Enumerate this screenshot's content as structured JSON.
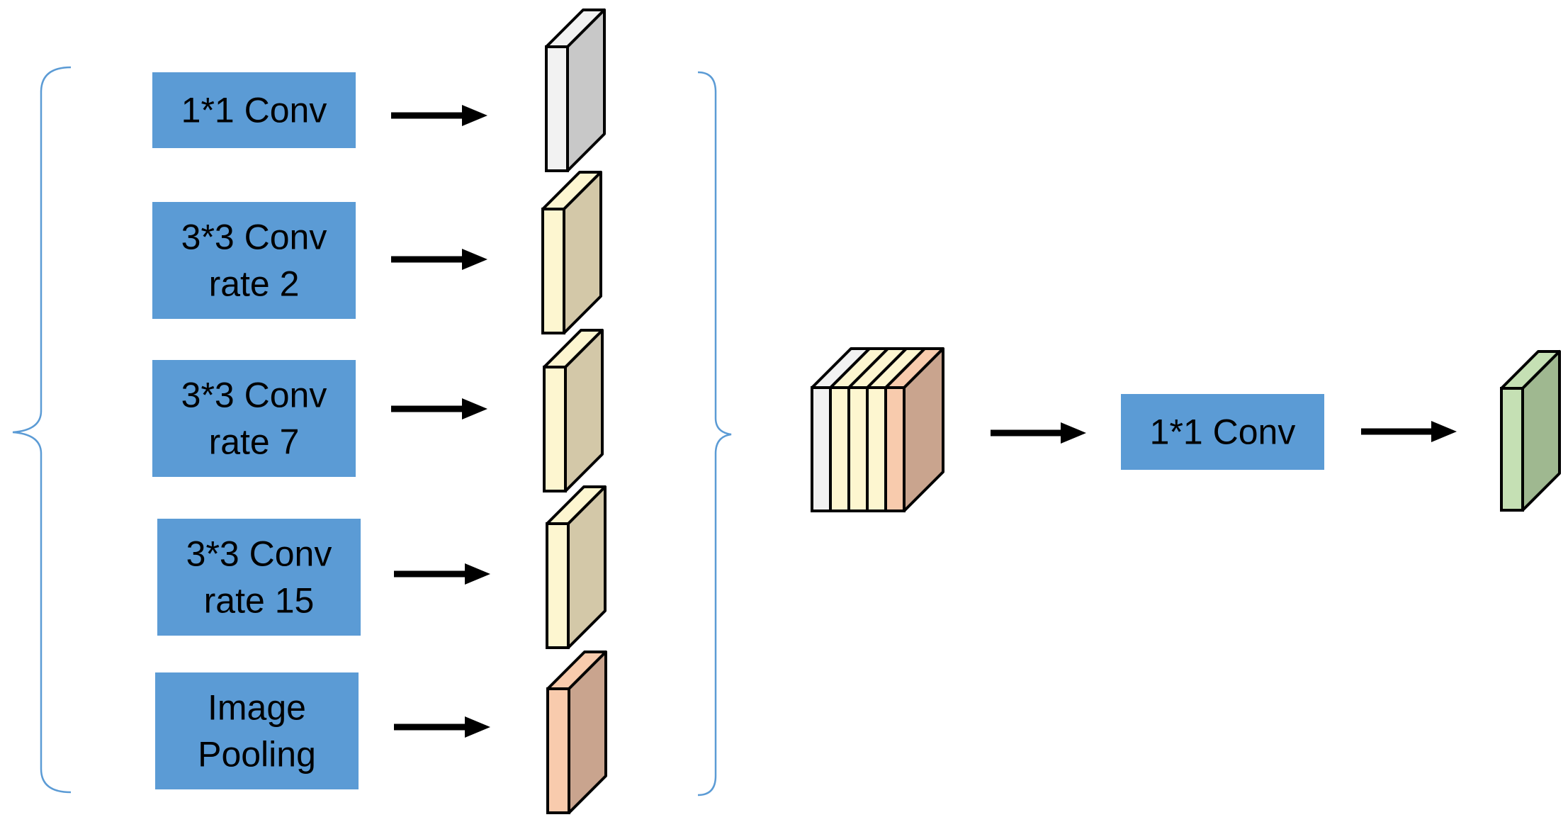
{
  "colors": {
    "box_fill": "#5b9bd5",
    "box_text": "#000000",
    "brace": "#5b9bd5",
    "arrow": "#000000",
    "outline": "#000000"
  },
  "branches": [
    {
      "id": "conv1x1",
      "lines": [
        "1*1 Conv"
      ],
      "front": "#f2f2f2",
      "side": "#c8c8c8"
    },
    {
      "id": "conv3x3-rate2",
      "lines": [
        "3*3 Conv",
        "rate  2"
      ],
      "front": "#fdf6d0",
      "side": "#d3c8a8"
    },
    {
      "id": "conv3x3-rate7",
      "lines": [
        "3*3 Conv",
        "rate  7"
      ],
      "front": "#fdf6d0",
      "side": "#d3c8a8"
    },
    {
      "id": "conv3x3-rate15",
      "lines": [
        "3*3 Conv",
        "rate  15"
      ],
      "front": "#fdf6d0",
      "side": "#d3c8a8"
    },
    {
      "id": "image-pooling",
      "lines": [
        "Image",
        "Pooling"
      ],
      "front": "#f8cbad",
      "side": "#c9a48e"
    }
  ],
  "concat_slices": [
    "#f2f2f2",
    "#fdf6d0",
    "#fdf6d0",
    "#fdf6d0",
    "#f8cbad"
  ],
  "concat_side": "#c9a48e",
  "final_conv": {
    "lines": [
      "1*1 Conv"
    ]
  },
  "output_map": {
    "front": "#c5e0b4",
    "side": "#9fb890"
  }
}
